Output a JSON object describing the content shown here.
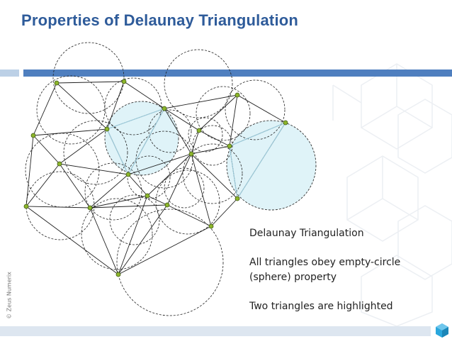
{
  "slide": {
    "title": "Properties of Delaunay Triangulation",
    "caption_line1": "Delaunay Triangulation",
    "caption_line2": "All triangles obey empty-circle",
    "caption_line3": "(sphere) property",
    "caption_line4": "Two triangles are highlighted",
    "copyright": "© Zeus Numerix"
  },
  "colors": {
    "title": "#2e5b9a",
    "accent_bar": "#4f7fbf",
    "highlight_circle": "#dff3f8",
    "vertex": "#8db52c",
    "logo": "#2aa7dd"
  },
  "icons": {
    "logo": "cube-icon"
  }
}
